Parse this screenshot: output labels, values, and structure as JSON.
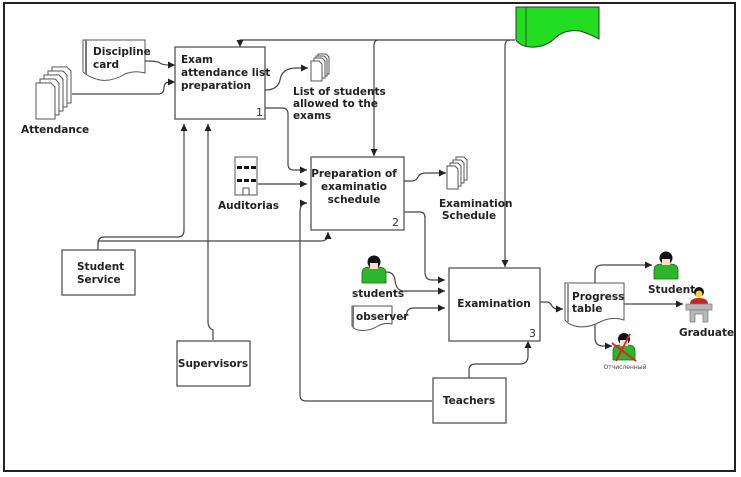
{
  "diagram": {
    "processes": [
      {
        "id": "p1",
        "label_lines": [
          "Exam",
          "attendance list",
          "preparation"
        ],
        "number": "1"
      },
      {
        "id": "p2",
        "label_lines": [
          "Preparation of",
          "examinatio",
          "schedule"
        ],
        "number": "2"
      },
      {
        "id": "p3",
        "label_lines": [
          "Examination"
        ],
        "number": "3"
      }
    ],
    "entities": [
      {
        "id": "student_service",
        "label_lines": [
          "Student",
          "Service"
        ]
      },
      {
        "id": "supervisors",
        "label_lines": [
          "Supervisors"
        ]
      },
      {
        "id": "teachers",
        "label_lines": [
          "Teachers"
        ]
      }
    ],
    "documents": {
      "discipline_card": {
        "label_lines": [
          "Discipline",
          "card"
        ]
      },
      "attendance": {
        "label": "Attendance"
      },
      "list_allowed": {
        "label_lines": [
          "List of students",
          "allowed to the",
          "exams"
        ]
      },
      "auditorias": {
        "label": "Auditorias"
      },
      "exam_schedule": {
        "label_lines": [
          "Examination",
          "Schedule"
        ]
      },
      "observer": {
        "label": "observer"
      },
      "progress_table": {
        "label_lines": [
          "Progress",
          "table"
        ]
      }
    },
    "actors": {
      "students": {
        "label": "students"
      },
      "student": {
        "label": "Student"
      },
      "graduate": {
        "label": "Graduate"
      },
      "expelled": {
        "label": "Отчисленный"
      }
    },
    "colors": {
      "green_doc": "#22dd22",
      "person_green": "#2db52d",
      "person_red": "#c0282a",
      "cross_red": "#e02020",
      "desk_gray": "#b8b8b8"
    }
  }
}
